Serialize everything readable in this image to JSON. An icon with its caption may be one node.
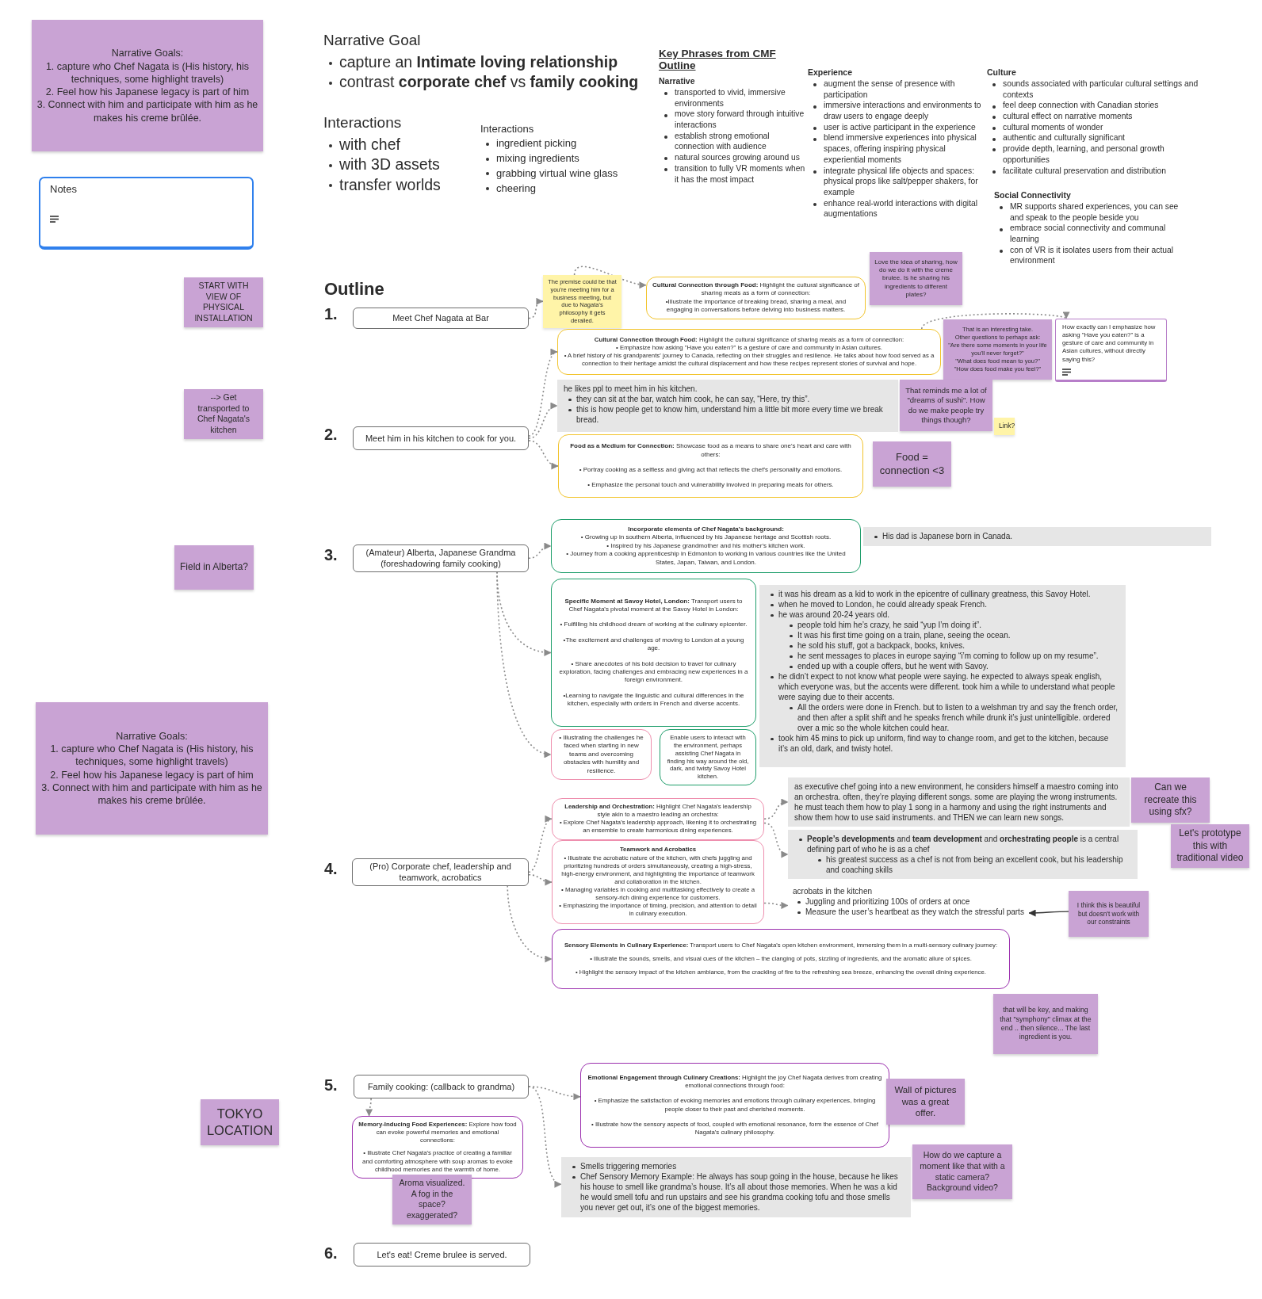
{
  "diagram": {
    "nodes": [
      {
        "text": [
          "Narrative Goals:",
          "1. capture who Chef Nagata is (His history, his techniques, some highlight travels)",
          "2. Feel how his Japanese legacy is part of him",
          "3. Connect with him and participate with him as he makes his creme brûlée."
        ]
      },
      {
        "text": [
          "Notes"
        ]
      },
      {
        "text": [
          "START WITH VIEW OF PHYSICAL INSTALLATION"
        ]
      },
      {
        "text": [
          "--> Get transported to Chef Nagata's kitchen"
        ]
      },
      {
        "text": [
          "Field in Alberta?"
        ]
      },
      {
        "text": [
          "Narrative Goals:",
          "1. capture who Chef Nagata is (His history, his techniques, some highlight travels)",
          "2. Feel how his Japanese legacy is part of him",
          "3. Connect with him and participate with him as he makes his creme brûlée."
        ]
      },
      {
        "text": [
          "TOKYO LOCATION"
        ]
      },
      {
        "text": [
          "Meet Chef Nagata at Bar"
        ]
      },
      {
        "text": [
          "The premise could be that you're meeting him for a business meeting, but due to Nagata's philosophy it gets derailed."
        ]
      },
      {
        "text": [
          "**Cultural Connection through Food:** Highlight the cultural significance of sharing meals as a form of connection:",
          "•Illustrate the importance of breaking bread, sharing a meal, and engaging in conversations before delving into business matters."
        ]
      },
      {
        "text": [
          "Love the idea of sharing, how do we do it with the creme brulee. Is he sharing his ingredients to different plates?"
        ]
      },
      {
        "text": [
          "Meet him in his kitchen to cook for you."
        ]
      },
      {
        "text": [
          "**Cultural Connection through Food:** Highlight the cultural significance of sharing meals as a form of connection:",
          "• Emphasize how asking \"Have you eaten?\" is a gesture of care and community in Asian cultures.",
          "• A brief history of his grandparents' journey to Canada, reflecting on their struggles and resilience. He talks about how food served as a connection to their heritage amidst the cultural displacement and how these recipes represent stories of survival and hope."
        ]
      },
      {
        "text": [
          "That is an interesting take.",
          "Other questions to perhaps ask:",
          "\"Are there some moments in your life you'll never forget?\"",
          "\"What does food mean to you?\"",
          "\"How does food make you feel?\""
        ]
      },
      {
        "text": [
          "How exactly can I emphasize how asking \"Have you eaten?\" is a gesture of care and community in Asian cultures, without directly saying this?"
        ]
      },
      {
        "text": [
          "he likes ppl to meet him in his kitchen.",
          "they can sit at the bar, watch him cook, he can say, “Here, try this”.",
          "this is how people get to know him, understand him a little bit more every time we break bread."
        ]
      },
      {
        "text": [
          "That reminds me a lot of \"dreams of sushi\". How do we make people try things though?"
        ]
      },
      {
        "text": [
          "Link?"
        ]
      },
      {
        "text": [
          "**Food as a Medium for Connection:** Showcase food as a means to share one's heart and care with others:",
          "• Portray cooking as a selfless and giving act that reflects the chef's personality and emotions.",
          "• Emphasize the personal touch and vulnerability involved in preparing meals for others."
        ]
      },
      {
        "text": [
          "Food = connection <3"
        ]
      },
      {
        "text": [
          "(Amateur) Alberta, Japanese Grandma (foreshadowing family cooking)"
        ]
      },
      {
        "text": [
          "Incorporate elements of Chef Nagata's background:",
          "• Growing up in southern Alberta, influenced by his Japanese heritage and Scottish roots.",
          "• Inspired by his Japanese grandmother and his mother's kitchen work.",
          "• Journey from a cooking apprenticeship in Edmonton to working in various countries like the United States, Japan, Taiwan, and London."
        ]
      },
      {
        "text": [
          "His dad is Japanese born in Canada."
        ]
      },
      {
        "text": [
          "**Specific Moment at Savoy Hotel, London:** Transport users to Chef Nagata's pivotal moment at the Savoy Hotel in London:",
          "• Fulfilling his childhood dream of working at the culinary epicenter.",
          "•The excitement and challenges of moving to London at a young age.",
          "• Share anecdotes of his bold decision to travel for culinary exploration, facing challenges and embracing new experiences in a foreign environment.",
          "•Learning to navigate the linguistic and cultural differences in the kitchen, especially with orders in French and diverse accents."
        ]
      },
      {
        "text": [
          "it was his dream as a kid to work in the epicentre of cullinary greatness, this Savoy Hotel.",
          "when he moved to London, he could already speak French.",
          "he was around 20-24 years old.",
          "people told him he’s crazy, he said “yup I’m doing it”.",
          "It was his first time going on a train, plane, seeing the ocean.",
          "he sold his stuff, got a backpack, books, knives.",
          "he sent messages to places in europe saying “i’m coming to follow up on my resume”.",
          "ended up with a couple offers, but he went with Savoy.",
          "he didn’t expect to not know what people were saying. he expected to always speak english, which everyone was, but the accents were different. took him a while to understand what people were saying due to their accents.",
          "All the orders were done in French. but to listen to a welshman try and say the french order, and then after a split shift and he speaks french while drunk it’s just unintelligible. ordered over a mic so the whole kitchen could hear.",
          "took him 45 mins to pick up uniform, find way to change room, and get to the kitchen, because it’s an old, dark, and twisty hotel."
        ]
      },
      {
        "text": [
          "• Illustrating the challenges he faced when starting in new teams and overcoming obstacles with humility and resilience."
        ]
      },
      {
        "text": [
          "Enable users to interact with the environment, perhaps assisting Chef Nagata in finding his way around the old, dark, and twisty Savoy Hotel kitchen."
        ]
      },
      {
        "text": [
          "(Pro) Corporate chef, leadership and teamwork, acrobatics"
        ]
      },
      {
        "text": [
          "**Leadership and Orchestration:** Highlight Chef Nagata's leadership style akin to a maestro leading an orchestra:",
          "• Explore Chef Nagata's leadership approach, likening it to orchestrating an ensemble to create harmonious dining experiences."
        ]
      },
      {
        "text": [
          "Teamwork and Acrobatics",
          "• Illustrate the acrobatic nature of the kitchen, with chefs juggling and prioritizing hundreds of orders simultaneously, creating a high-stress, high-energy environment, and highlighting the importance of teamwork and collaboration in the kitchen.",
          "• Managing variables in cooking and multitasking effectively to create a sensory-rich dining experience for customers.",
          "• Emphasizing the importance of timing, precision, and attention to detail in culinary execution."
        ]
      },
      {
        "text": [
          "**Sensory Elements in Culinary Experience:** Transport users to Chef Nagata's open kitchen environment, immersing them in a multi-sensory culinary journey:",
          "• Illustrate the sounds, smells, and visual cues of the kitchen – the clanging of pots, sizzling of ingredients, and the aromatic allure of spices.",
          "• Highlight the sensory impact of the kitchen ambiance, from the crackling of fire to the refreshing sea breeze, enhancing the overall dining experience."
        ]
      },
      {
        "text": [
          "as executive chef going into a new environment, he considers himself a maestro coming into an orchestra. often, they’re playing different songs. some are playing the wrong instruments. he must teach them how to play 1 song in a harmony and using the right instruments and show them how to use said instruments. and THEN we can learn new songs."
        ]
      },
      {
        "text": [
          "Can we recreate this using sfx?"
        ]
      },
      {
        "text": [
          "Let's prototype this with traditional video"
        ]
      },
      {
        "text": [
          "**People’s developments** and **team development** and **orchestrating people** is a central defining part of who he is as a chef",
          "his greatest success as a chef is not from being an excellent cook, but his leadership and coaching skills"
        ]
      },
      {
        "text": [
          "acrobats in the kitchen",
          "Juggling and prioritizing 100s of orders at once",
          "Measure the user’s heartbeat as they watch the stressful parts"
        ]
      },
      {
        "text": [
          "I think this is beautiful but doesn't work with our constraints"
        ]
      },
      {
        "text": [
          "that will be key, and making that \"symphony\" climax at the end .. then silence... The last ingredient is you."
        ]
      },
      {
        "text": [
          "Family cooking: (callback to grandma)"
        ]
      },
      {
        "text": [
          "**Memory-Inducing Food Experiences:** Explore how food can evoke powerful memories and emotional connections:",
          "• Illustrate Chef Nagata's practice of creating a familiar and comforting atmosphere with soup aromas to evoke childhood memories and the warmth of home."
        ]
      },
      {
        "text": [
          "Aroma visualized. A fog in the space? exaggerated?"
        ]
      },
      {
        "text": [
          "**Emotional Engagement through Culinary Creations:** Highlight the joy Chef Nagata derives from creating emotional connections through food:",
          "• Emphasize the satisfaction of evoking memories and emotions through culinary experiences, bringing people closer to their past and cherished moments.",
          "• Illustrate how the sensory aspects of food, coupled with emotional resonance, form the essence of Chef Nagata's culinary philosophy."
        ]
      },
      {
        "text": [
          "Wall of pictures was a great offer."
        ]
      },
      {
        "text": [
          "How do we capture a moment like that with a static camera? Background video?"
        ]
      },
      {
        "text": [
          "Smells triggering memories",
          "Chef Sensory Memory Example: He always has soup going in the house, because he likes his house to smell like grandma’s house. It’s all about those memories. When he was a kid he would smell tofu and run upstairs and see his grandma cooking tofu and those smells you never get out, it’s one of the biggest memories."
        ]
      },
      {
        "text": [
          "Let's eat! Creme brulee is served."
        ]
      }
    ],
    "edges": [
      {
        "from": 7,
        "to": 8,
        "arrow": "to",
        "style": "dashed"
      },
      {
        "from": 8,
        "to": 9,
        "arrow": "to",
        "style": "dashed"
      },
      {
        "from": 11,
        "to": 12,
        "arrow": "to",
        "style": "dashed"
      },
      {
        "from": 11,
        "to": 15,
        "arrow": "to",
        "style": "dashed"
      },
      {
        "from": 11,
        "to": 18,
        "arrow": "to",
        "style": "dashed"
      },
      {
        "from": 12,
        "to": 14,
        "arrow": "to",
        "style": "dashed"
      },
      {
        "from": 20,
        "to": 21,
        "arrow": "to",
        "style": "dashed"
      },
      {
        "from": 20,
        "to": 23,
        "arrow": "to",
        "style": "dashed"
      },
      {
        "from": 20,
        "to": 25,
        "arrow": "to",
        "style": "dashed"
      },
      {
        "from": 27,
        "to": 28,
        "arrow": "to",
        "style": "dashed"
      },
      {
        "from": 27,
        "to": 29,
        "arrow": "to",
        "style": "dashed"
      },
      {
        "from": 27,
        "to": 30,
        "arrow": "to",
        "style": "dashed"
      },
      {
        "from": 28,
        "to": 31,
        "arrow": "to",
        "style": "dashed"
      },
      {
        "from": 28,
        "to": 34,
        "arrow": "to",
        "style": "dashed"
      },
      {
        "from": 29,
        "to": 35,
        "arrow": "to",
        "style": "dashed"
      },
      {
        "from": 36,
        "to": 35,
        "arrow": "to",
        "color": "#333333"
      },
      {
        "from": 38,
        "to": 39,
        "arrow": "to",
        "style": "dashed"
      },
      {
        "from": 38,
        "to": 41,
        "arrow": "to",
        "style": "dashed"
      },
      {
        "from": 38,
        "to": 44,
        "arrow": "to",
        "style": "dashed"
      }
    ],
    "labels": [
      "Narrative Goal",
      "capture an **Intimate loving relationship**",
      "contrast **corporate chef** vs **family cooking**",
      "Key Phrases from CMF Outline",
      "Narrative",
      "transported to vivid, immersive environments",
      "move story forward through intuitive interactions",
      "establish strong emotional connection with audience",
      "natural sources growing around us",
      "transition to fully VR moments when it has the most impact",
      "Experience",
      "augment the sense of presence with participation",
      "immersive interactions and environments to draw users to engage deeply",
      "user is active participant in the experience",
      "blend immersive experiences into physical spaces, offering inspiring physical experiential moments",
      "integrate physical life objects and spaces: physical props like salt/pepper shakers, for example",
      "enhance real-world interactions with digital augmentations",
      "Culture",
      "sounds associated with particular cultural settings and contexts",
      "feel deep connection with Canadian stories",
      "cultural effect on narrative moments",
      "cultural moments of wonder",
      "authentic and culturally significant",
      "provide depth, learning, and personal growth opportunities",
      "facilitate cultural preservation and distribution",
      "Social Connectivity",
      "MR supports shared experiences, you can see and speak to the people beside you",
      "embrace social connectivity and communal learning",
      "con of VR is it isolates users from their actual environment",
      "Interactions",
      "with chef",
      "with 3D assets",
      "transfer worlds",
      "Interactions",
      "ingredient picking",
      "mixing ingredients",
      "grabbing virtual wine glass",
      "cheering",
      "Outline",
      "1.",
      "2.",
      "3.",
      "4.",
      "5.",
      "6."
    ]
  }
}
